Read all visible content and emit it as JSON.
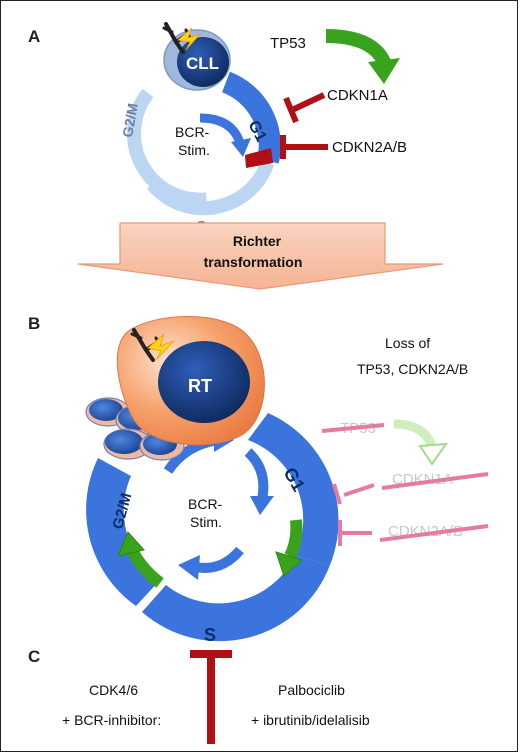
{
  "panels": {
    "a": {
      "letter": "A",
      "cell_label": "CLL",
      "gene_tp53": "TP53",
      "gene_cdkn1a": "CDKN1A",
      "gene_cdkn2ab": "CDKN2A/B",
      "phase_g1": "G1",
      "phase_g2m": "G2/M",
      "phase_s": "S",
      "stim_line1": "BCR-",
      "stim_line2": "Stim."
    },
    "transition": {
      "line1": "Richter",
      "line2": "transformation"
    },
    "b": {
      "letter": "B",
      "cell_label": "RT",
      "loss_line1": "Loss of",
      "loss_line2": "TP53, CDKN2A/B",
      "gene_tp53": "TP53",
      "gene_cdkn1a": "CDKN1A",
      "gene_cdkn2ab": "CDKN2A/B",
      "phase_g1": "G1",
      "phase_g2m": "G2/M",
      "phase_s": "S",
      "stim_line1": "BCR-",
      "stim_line2": "Stim."
    },
    "c": {
      "letter": "C",
      "left_line1": "CDK4/6",
      "left_line2": "+ BCR-inhibitor:",
      "right_line1": "Palbociclib",
      "right_line2": "+ ibrutinib/idelalisib"
    }
  },
  "colors": {
    "cycle_blue": "#3b74dd",
    "cycle_light": "#bcd5f2",
    "cell_dark": "#0f2d66",
    "inhibit_red": "#b00f14",
    "activate_green": "#3aa31d",
    "lost_pink": "#e47ba3",
    "lost_green": "#c9ecb6",
    "transition_fill": "#f7c0a6",
    "rt_orange": "#f28a4e"
  }
}
